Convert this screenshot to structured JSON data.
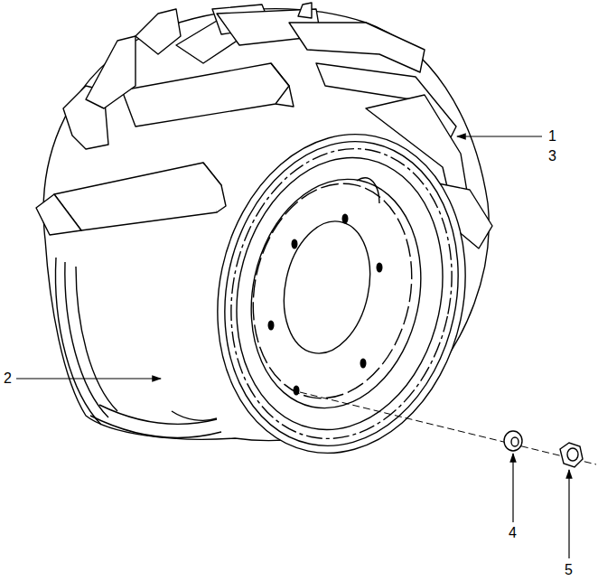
{
  "diagram": {
    "labels": [
      "1",
      "3",
      "2",
      "4",
      "5"
    ]
  }
}
